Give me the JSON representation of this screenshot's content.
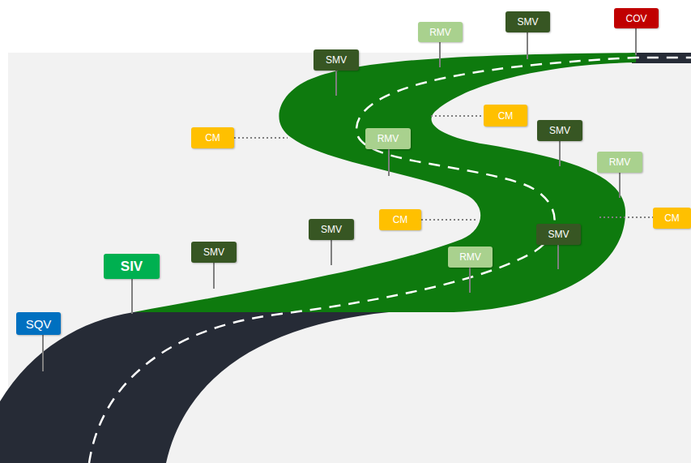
{
  "diagram": {
    "nodes": [
      {
        "text": [
          "SQV"
        ]
      },
      {
        "text": [
          "SIV"
        ]
      },
      {
        "text": [
          "SMV"
        ]
      },
      {
        "text": [
          "SMV"
        ]
      },
      {
        "text": [
          "RMV"
        ]
      },
      {
        "text": [
          "CM"
        ]
      },
      {
        "text": [
          "SMV"
        ]
      },
      {
        "text": [
          "CM"
        ]
      },
      {
        "text": [
          "RMV"
        ]
      },
      {
        "text": [
          "SMV"
        ]
      },
      {
        "text": [
          "RMV"
        ]
      },
      {
        "text": [
          "CM"
        ]
      },
      {
        "text": [
          "CM"
        ]
      },
      {
        "text": [
          "SMV"
        ]
      },
      {
        "text": [
          "RMV"
        ]
      },
      {
        "text": [
          "SMV"
        ]
      },
      {
        "text": [
          "COV"
        ]
      }
    ]
  }
}
